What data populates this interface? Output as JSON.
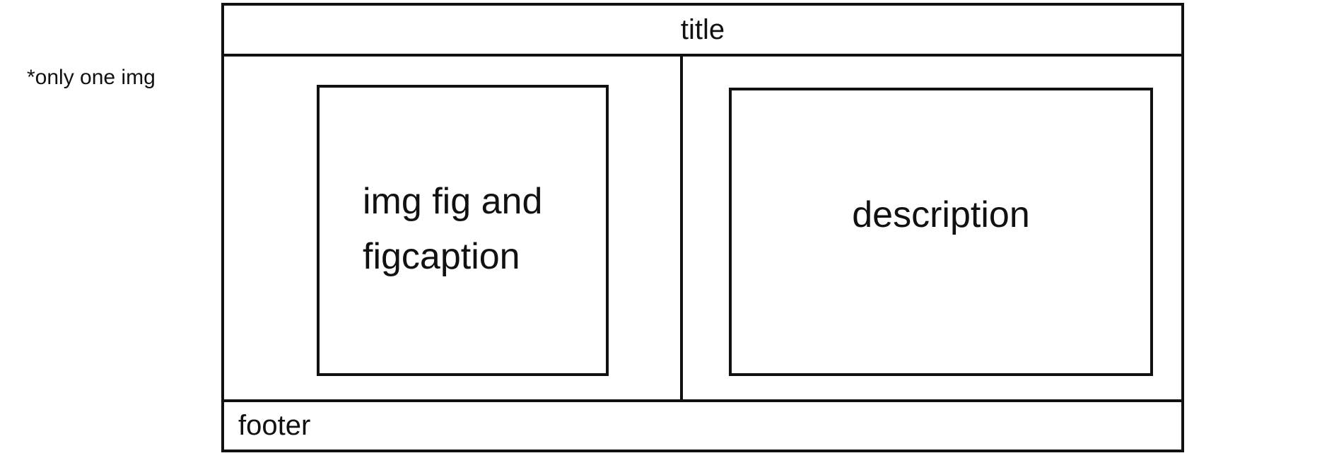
{
  "note": "*only one img",
  "layout": {
    "title": "title",
    "figure_label": "img fig and figcaption",
    "description_label": "description",
    "footer": "footer"
  }
}
